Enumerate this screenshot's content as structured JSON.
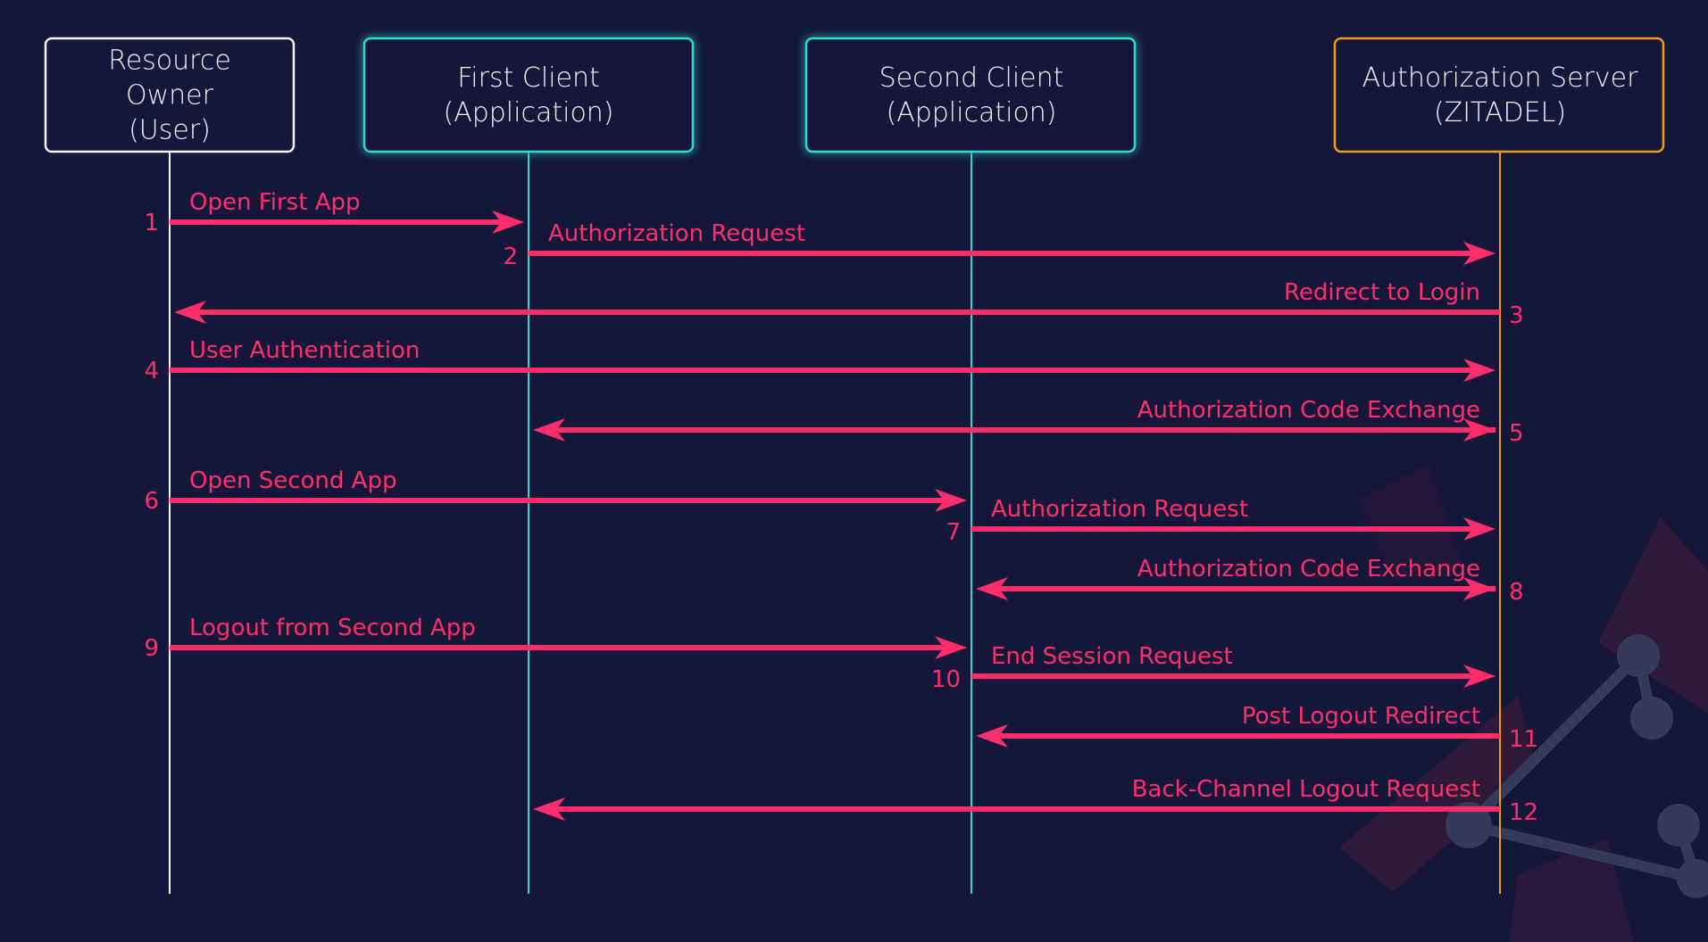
{
  "colors": {
    "background": "#14173a",
    "message": "#ff2e6a",
    "user": "#f2f4fb",
    "client": "#2fd9d3",
    "server": "#f49a1a",
    "logo_red": "#5a1e3a",
    "logo_gray": "#3a3f5e"
  },
  "participants": [
    {
      "id": "user",
      "lines": [
        "Resource",
        "Owner",
        "(User)"
      ],
      "color": "#f2f4fb"
    },
    {
      "id": "client1",
      "lines": [
        "First Client",
        "(Application)"
      ],
      "color": "#2fd9d3"
    },
    {
      "id": "client2",
      "lines": [
        "Second Client",
        "(Application)"
      ],
      "color": "#2fd9d3"
    },
    {
      "id": "server",
      "lines": [
        "Authorization Server",
        "(ZITADEL)"
      ],
      "color": "#f49a1a"
    }
  ],
  "messages": [
    {
      "step": "1",
      "label": "Open First App",
      "from": "user",
      "to": "client1",
      "bidirectional": false
    },
    {
      "step": "2",
      "label": "Authorization Request",
      "from": "client1",
      "to": "server",
      "bidirectional": false
    },
    {
      "step": "3",
      "label": "Redirect to Login",
      "from": "server",
      "to": "user",
      "bidirectional": false
    },
    {
      "step": "4",
      "label": "User Authentication",
      "from": "user",
      "to": "server",
      "bidirectional": false
    },
    {
      "step": "5",
      "label": "Authorization Code Exchange",
      "from": "server",
      "to": "client1",
      "bidirectional": true
    },
    {
      "step": "6",
      "label": "Open Second App",
      "from": "user",
      "to": "client2",
      "bidirectional": false
    },
    {
      "step": "7",
      "label": "Authorization Request",
      "from": "client2",
      "to": "server",
      "bidirectional": false
    },
    {
      "step": "8",
      "label": "Authorization Code Exchange",
      "from": "server",
      "to": "client2",
      "bidirectional": true
    },
    {
      "step": "9",
      "label": "Logout from Second App",
      "from": "user",
      "to": "client2",
      "bidirectional": false
    },
    {
      "step": "10",
      "label": "End Session Request",
      "from": "client2",
      "to": "server",
      "bidirectional": false
    },
    {
      "step": "11",
      "label": "Post Logout Redirect",
      "from": "server",
      "to": "client2",
      "bidirectional": false
    },
    {
      "step": "12",
      "label": "Back-Channel Logout Request",
      "from": "server",
      "to": "client1",
      "bidirectional": false
    }
  ],
  "watermark": {
    "icon": "zitadel-logo-icon"
  }
}
